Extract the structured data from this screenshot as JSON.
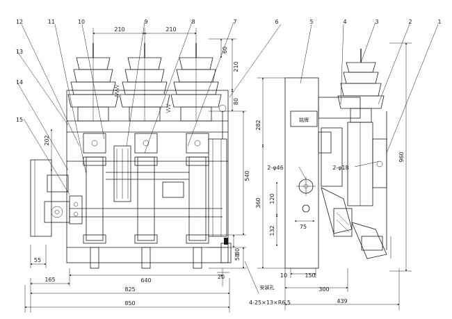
{
  "balloons": [
    "12",
    "11",
    "10",
    "9",
    "8",
    "7",
    "6",
    "5",
    "4",
    "3",
    "2",
    "1",
    "13",
    "14",
    "15"
  ],
  "dimensions": {
    "top_pitch_1": "210",
    "top_pitch_2": "210",
    "bushing_top": "60",
    "bushing_mid": "210",
    "right_upper": "80",
    "right_total": "540",
    "right_lower": "80",
    "right_base": "58",
    "left_height": "202",
    "bottom_left": "55",
    "bottom_inner": "640",
    "bottom_offset": "165",
    "overall_inner": "825",
    "overall_width": "850",
    "bottom_small": "20",
    "side_height_1": "282",
    "side_height_2": "360",
    "side_height_3": "120",
    "side_height_4": "132",
    "side_overall": "960",
    "hole_offset": "75",
    "side_base_1": "10",
    "side_base_2": "150",
    "side_base_3": "300",
    "side_depth": "439"
  },
  "labels": {
    "nameplate": "铭牌",
    "hole_1": "2-φ46",
    "hole_2": "2-φ18",
    "mounting_hole": "安装孔",
    "slot_spec": "4-25×13×R6.5"
  }
}
